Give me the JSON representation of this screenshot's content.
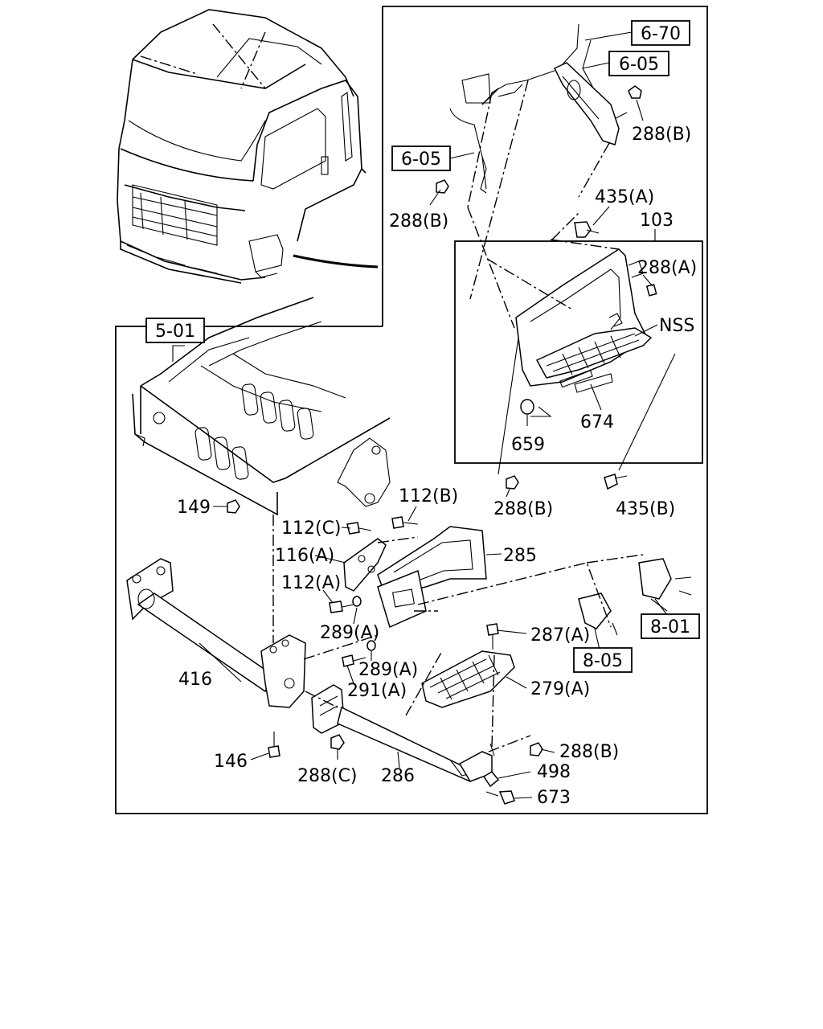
{
  "labels": {
    "ref_6_70": "6-70",
    "ref_6_05_top": "6-05",
    "ref_6_05_left": "6-05",
    "ref_5_01": "5-01",
    "ref_8_01": "8-01",
    "ref_8_05": "8-05",
    "p288b_1": "288(B)",
    "p288b_2": "288(B)",
    "p288b_3": "288(B)",
    "p288b_4": "288(B)",
    "p435a": "435(A)",
    "p103": "103",
    "p288a": "288(A)",
    "nss": "NSS",
    "p674": "674",
    "p659": "659",
    "p435b": "435(B)",
    "p149": "149",
    "p112b": "112(B)",
    "p112c": "112(C)",
    "p116a": "116(A)",
    "p285": "285",
    "p112a": "112(A)",
    "p289a_1": "289(A)",
    "p289a_2": "289(A)",
    "p287a": "287(A)",
    "p291a": "291(A)",
    "p279a": "279(A)",
    "p416": "416",
    "p146": "146",
    "p288c": "288(C)",
    "p286": "286",
    "p498": "498",
    "p673": "673"
  }
}
